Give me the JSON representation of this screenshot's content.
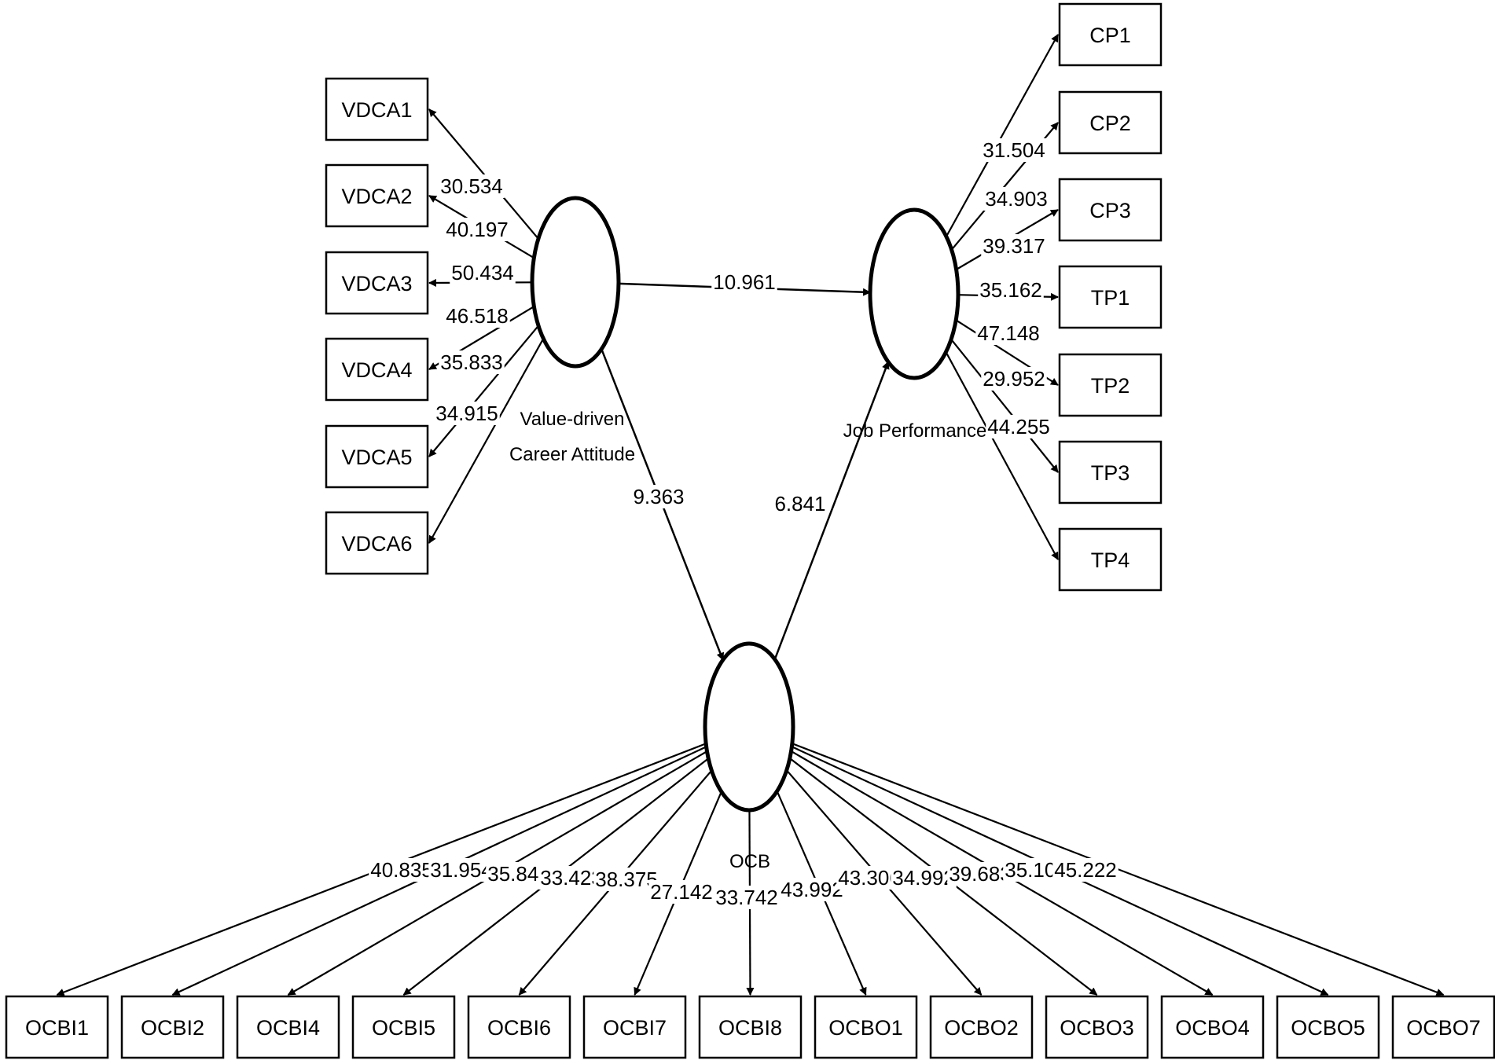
{
  "latents": [
    {
      "id": "vdca",
      "label_lines": [
        "Value-driven",
        "Career Attitude"
      ]
    },
    {
      "id": "jp",
      "label_lines": [
        "Job Performance"
      ]
    },
    {
      "id": "ocb",
      "label_lines": [
        "OCB"
      ]
    }
  ],
  "indicators": {
    "vdca": [
      "VDCA1",
      "VDCA2",
      "VDCA3",
      "VDCA4",
      "VDCA5",
      "VDCA6"
    ],
    "jp": [
      "CP1",
      "CP2",
      "CP3",
      "TP1",
      "TP2",
      "TP3",
      "TP4"
    ],
    "ocb": [
      "OCBI1",
      "OCBI2",
      "OCBI4",
      "OCBI5",
      "OCBI6",
      "OCBI7",
      "OCBI8",
      "OCBO1",
      "OCBO2",
      "OCBO3",
      "OCBO4",
      "OCBO5",
      "OCBO7"
    ]
  },
  "loadings": {
    "vdca": [
      "30.534",
      "40.197",
      "50.434",
      "46.518",
      "35.833",
      "34.915"
    ],
    "jp": [
      "31.504",
      "34.903",
      "39.317",
      "35.162",
      "47.148",
      "29.952",
      "44.255"
    ],
    "ocb": [
      "40.835",
      "31.954",
      "35.841",
      "33.423",
      "38.375",
      "27.142",
      "33.742",
      "43.992",
      "43.306",
      "34.992",
      "39.683",
      "35.104",
      "45.222"
    ]
  },
  "paths": [
    {
      "from": "vdca",
      "to": "jp",
      "value": "10.961"
    },
    {
      "from": "vdca",
      "to": "ocb",
      "value": "9.363"
    },
    {
      "from": "ocb",
      "to": "jp",
      "value": "6.841"
    }
  ],
  "colors": {
    "stroke": "#000000",
    "background": "#ffffff"
  }
}
